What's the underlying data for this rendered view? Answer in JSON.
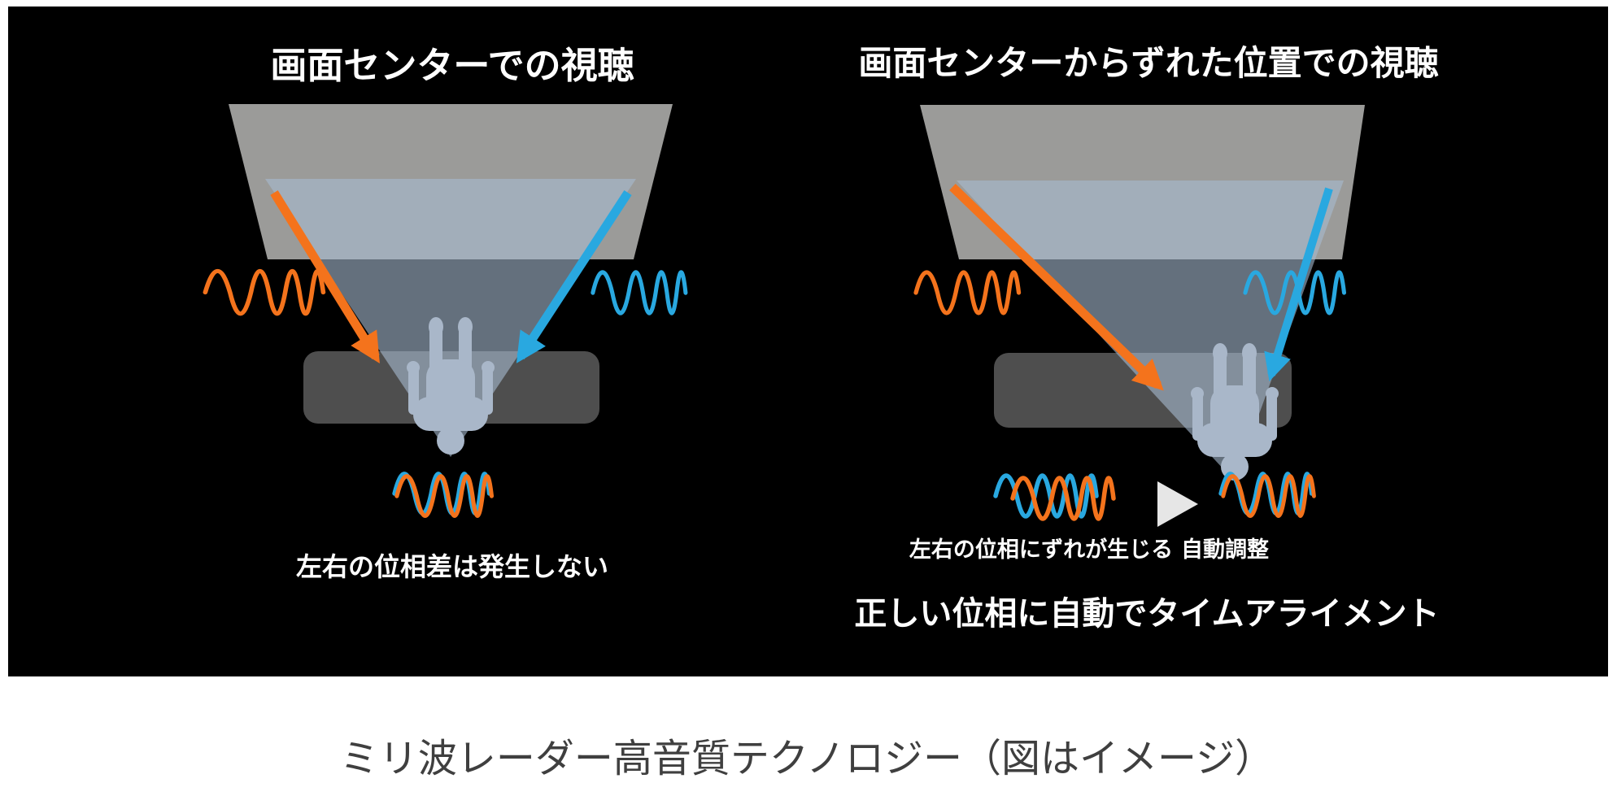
{
  "panels": {
    "left": {
      "title": "画面センターでの視聴",
      "caption": "左右の位相差は発生しない"
    },
    "right": {
      "title": "画面センターからずれた位置での視聴",
      "label_phase_shift": "左右の位相にずれが生じる",
      "label_auto_adjust": "自動調整",
      "caption": "正しい位相に自動でタイムアライメント"
    }
  },
  "figure_caption": "ミリ波レーダー高音質テクノロジー（図はイメージ）",
  "colors": {
    "page_bg": "#ffffff",
    "panel_bg": "#000000",
    "screen_gray": "#9b9b99",
    "cone_blue": "#a7bad1",
    "sofa_gray": "#4e4e4e",
    "person_gray_blue": "#a9b7c9",
    "orange_wave": "#f4731c",
    "blue_wave": "#29a8e0",
    "play_triangle": "#e6e6e6",
    "caption_text": "#3f3f3f",
    "panel_text": "#ffffff"
  }
}
